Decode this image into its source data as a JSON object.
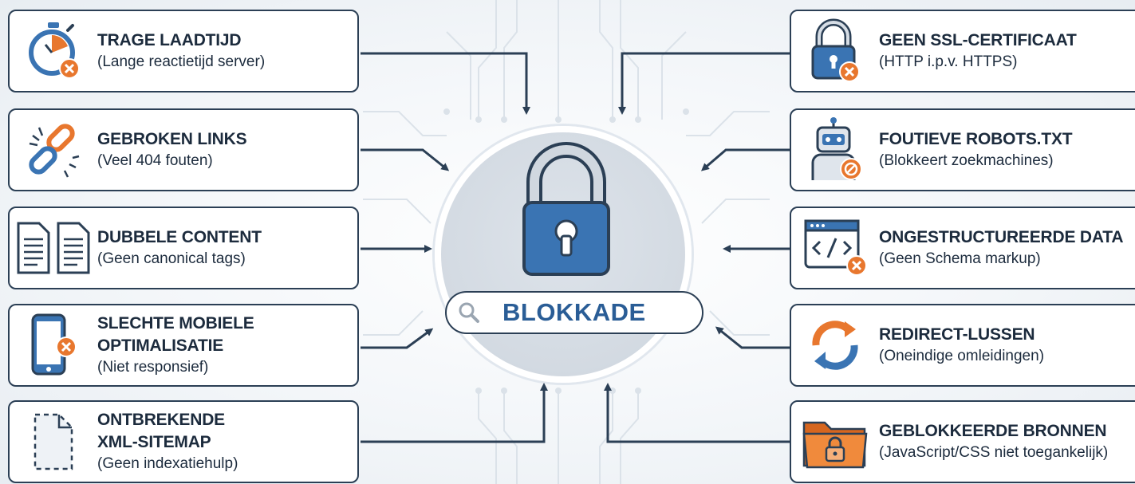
{
  "center": {
    "label": "BLOKKADE"
  },
  "left_items": [
    {
      "id": "slow",
      "title": "TRAGE LAADTIJD",
      "title2": "",
      "subtitle": "(Lange reactietijd server)",
      "icon": "stopwatch-icon"
    },
    {
      "id": "links",
      "title": "GEBROKEN LINKS",
      "title2": "",
      "subtitle": "(Veel 404 fouten)",
      "icon": "broken-link-icon"
    },
    {
      "id": "dup",
      "title": "DUBBELE CONTENT",
      "title2": "",
      "subtitle": "(Geen canonical tags)",
      "icon": "duplicate-document-icon"
    },
    {
      "id": "mobile",
      "title": "SLECHTE MOBIELE",
      "title2": "OPTIMALISATIE",
      "subtitle": "(Niet responsief)",
      "icon": "mobile-phone-icon"
    },
    {
      "id": "sitemap",
      "title": "ONTBREKENDE",
      "title2": "XML-SITEMAP",
      "subtitle": "(Geen indexatiehulp)",
      "icon": "missing-file-icon"
    }
  ],
  "right_items": [
    {
      "id": "ssl",
      "title": "GEEN SSL-CERTIFICAAT",
      "subtitle": "(HTTP i.p.v. HTTPS)",
      "icon": "padlock-icon"
    },
    {
      "id": "robots",
      "title": "FOUTIEVE ROBOTS.TXT",
      "subtitle": "(Blokkeert zoekmachines)",
      "icon": "robot-icon"
    },
    {
      "id": "schema",
      "title": "ONGESTRUCTUREERDE DATA",
      "subtitle": "(Geen Schema markup)",
      "icon": "code-window-icon"
    },
    {
      "id": "redirect",
      "title": "REDIRECT-LUSSEN",
      "subtitle": "(Oneindige omleidingen)",
      "icon": "refresh-arrows-icon"
    },
    {
      "id": "blocked",
      "title": "GEBLOKKEERDE BRONNEN",
      "subtitle": "(JavaScript/CSS niet toegankelijk)",
      "icon": "locked-folder-icon"
    }
  ],
  "colors": {
    "navy": "#1c2b3d",
    "blue": "#3a74b3",
    "orange": "#e8772e",
    "gray": "#cfd6de"
  }
}
